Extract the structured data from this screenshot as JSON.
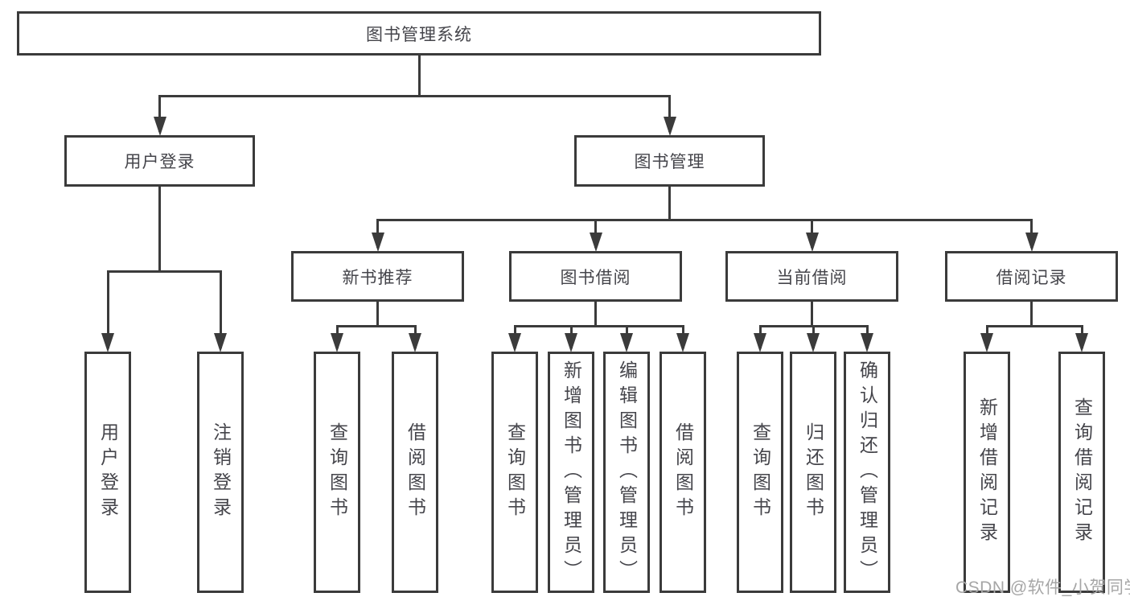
{
  "nodes": {
    "root": {
      "label": "图书管理系统"
    },
    "login": {
      "label": "用户登录"
    },
    "book_mgmt": {
      "label": "图书管理"
    },
    "new_book": {
      "label": "新书推荐"
    },
    "book_borrow": {
      "label": "图书借阅"
    },
    "current_borrow": {
      "label": "当前借阅"
    },
    "borrow_records": {
      "label": "借阅记录"
    },
    "leaf_user_login": {
      "label": "用户登录"
    },
    "leaf_logout": {
      "label": "注销登录"
    },
    "leaf_nb_query": {
      "label": "查询图书"
    },
    "leaf_nb_borrow": {
      "label": "借阅图书"
    },
    "leaf_bb_query": {
      "label": "查询图书"
    },
    "leaf_bb_add": {
      "label": "新增图书（管理员）"
    },
    "leaf_bb_edit": {
      "label": "编辑图书（管理员）"
    },
    "leaf_bb_borrow": {
      "label": "借阅图书"
    },
    "leaf_cb_query": {
      "label": "查询图书"
    },
    "leaf_cb_return": {
      "label": "归还图书"
    },
    "leaf_cb_confirm": {
      "label": "确认归还（管理员）"
    },
    "leaf_br_add": {
      "label": "新增借阅记录"
    },
    "leaf_br_query": {
      "label": "查询借阅记录"
    }
  },
  "edges": [
    {
      "from": "root",
      "to": [
        "login",
        "book_mgmt"
      ]
    },
    {
      "from": "login",
      "to": [
        "leaf_user_login",
        "leaf_logout"
      ]
    },
    {
      "from": "book_mgmt",
      "to": [
        "new_book",
        "book_borrow",
        "current_borrow",
        "borrow_records"
      ]
    },
    {
      "from": "new_book",
      "to": [
        "leaf_nb_query",
        "leaf_nb_borrow"
      ]
    },
    {
      "from": "book_borrow",
      "to": [
        "leaf_bb_query",
        "leaf_bb_add",
        "leaf_bb_edit",
        "leaf_bb_borrow"
      ]
    },
    {
      "from": "current_borrow",
      "to": [
        "leaf_cb_query",
        "leaf_cb_return",
        "leaf_cb_confirm"
      ]
    },
    {
      "from": "borrow_records",
      "to": [
        "leaf_br_add",
        "leaf_br_query"
      ]
    }
  ],
  "watermark": {
    "text": "CSDN @软件_小贺同学"
  },
  "colors": {
    "line": "#3b3b3b",
    "text": "#45454b",
    "background": "#ffffff",
    "watermark": "#a6a6a6"
  }
}
